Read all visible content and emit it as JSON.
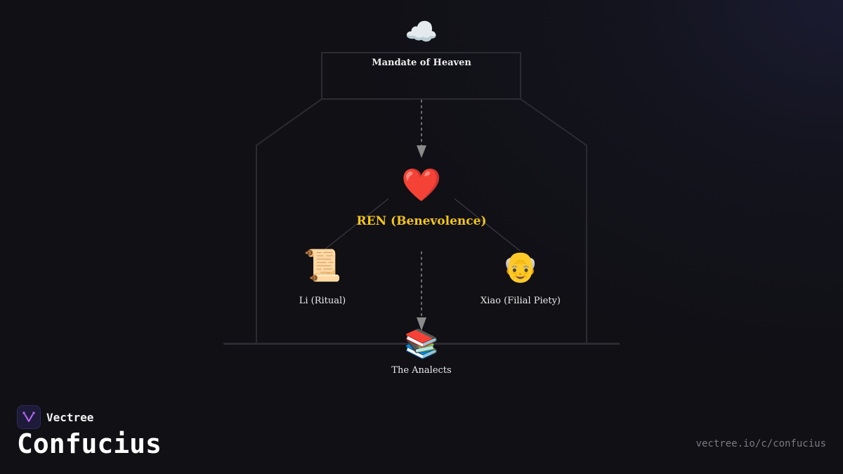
{
  "nodes": {
    "heaven": {
      "icon": "☁️",
      "icon_name": "cloud-icon",
      "label": "Mandate of Heaven"
    },
    "ren": {
      "icon": "❤️",
      "icon_name": "heart-icon",
      "label": "REN (Benevolence)"
    },
    "li": {
      "icon": "📜",
      "icon_name": "scroll-icon",
      "label": "Li (Ritual)"
    },
    "xiao": {
      "icon": "👴",
      "icon_name": "old-man-icon",
      "label": "Xiao (Filial Piety)"
    },
    "analects": {
      "icon": "📚",
      "icon_name": "books-icon",
      "label": "The Analects"
    }
  },
  "colors": {
    "background": "#101015",
    "accent": "#f5c518",
    "label": "#ececec",
    "frame": "#2b2b31",
    "arrow": "#8a8a8a"
  },
  "brand": {
    "name": "Vectree",
    "logo_icon": "vectree-logo-icon"
  },
  "title": "Confucius",
  "url": "vectree.io/c/confucius"
}
